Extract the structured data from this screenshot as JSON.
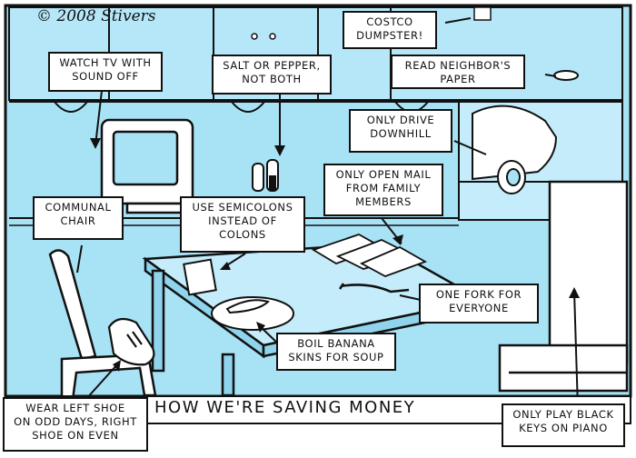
{
  "colors": {
    "sky": "#a8e2f5",
    "ink": "#111111",
    "paper": "#ffffff"
  },
  "signature": "© 2008 Stivers",
  "caption": "HOW WE'RE SAVING MONEY",
  "labels": {
    "costco": "COSTCO\nDUMPSTER!",
    "tv": "WATCH TV WITH\nSOUND OFF",
    "salt": "SALT OR PEPPER,\nNOT BOTH",
    "newspaper": "READ NEIGHBOR'S\nPAPER",
    "drive": "ONLY DRIVE\nDOWNHILL",
    "mail": "ONLY OPEN MAIL\nFROM FAMILY\nMEMBERS",
    "chair": "COMMUNAL\nCHAIR",
    "semicolons": "USE SEMICOLONS\nINSTEAD OF\nCOLONS",
    "fork": "ONE FORK FOR\nEVERYONE",
    "banana": "BOIL BANANA\nSKINS FOR SOUP",
    "shoe": "WEAR LEFT SHOE\nON ODD DAYS, RIGHT\nSHOE ON EVEN",
    "piano": "ONLY PLAY BLACK\nKEYS ON PIANO"
  }
}
